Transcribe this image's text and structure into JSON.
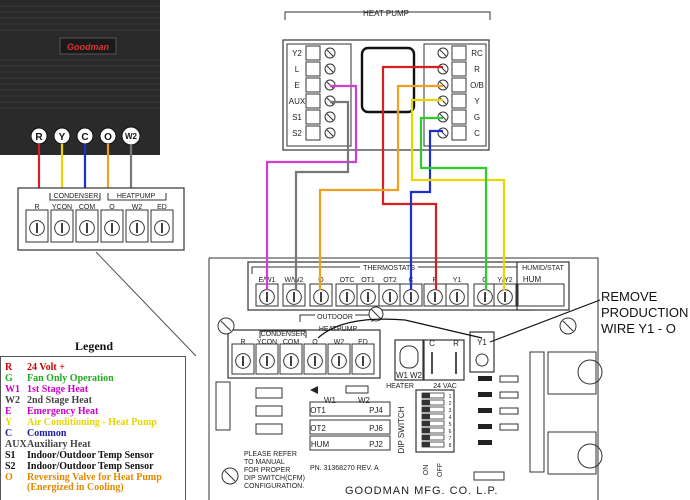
{
  "condenser_unit": {
    "brand": "Goodman",
    "terminals": [
      "R",
      "Y",
      "C",
      "O",
      "W2"
    ]
  },
  "condenser_heatpump_block": {
    "title_left": "CONDENSER",
    "title_right": "HEATPUMP",
    "terminals": [
      "R",
      "YCON",
      "COM",
      "O",
      "W2",
      "ED"
    ]
  },
  "heat_pump": {
    "title": "HEAT PUMP",
    "left_terminals": [
      "Y2",
      "L",
      "E",
      "AUX",
      "S1",
      "S2"
    ],
    "right_terminals": [
      "RC",
      "R",
      "O/B",
      "Y",
      "G",
      "C"
    ]
  },
  "board": {
    "thermostats_label": "THERMOSTATS",
    "humidistat_label": "HUMID/STAT",
    "thermostat_terminals": [
      "E/W1",
      "W/W2",
      "O",
      "OTC",
      "OT1",
      "OT2",
      "C",
      "R",
      "Y1",
      "G",
      "Y/Y2"
    ],
    "hum_terminal": "HUM",
    "outdoor_label": "OUTDOOR",
    "lower_condenser_label": "CONDENSER",
    "lower_heatpump_label": "HEATPUMP",
    "lower_terminals": [
      "R",
      "YCON",
      "COM",
      "O",
      "W2",
      "ED"
    ],
    "y1_label": "Y1",
    "heater_label": "HEATER",
    "heater_terminals": [
      "W1",
      "W2"
    ],
    "vac_label": "24 VAC",
    "vac_terminals": [
      "C",
      "R"
    ],
    "jumper_labels": [
      "W1",
      "W2",
      "OT1",
      "PJ4",
      "OT2",
      "PJ6",
      "HUM",
      "PJ2"
    ],
    "dip_label": "DIP SWITCH",
    "dip_numbers": [
      "1",
      "2",
      "3",
      "4",
      "5",
      "6",
      "7",
      "8"
    ],
    "on_label": "ON",
    "off_label": "OFF",
    "instructions": "PLEASE REFER\nTO MANUAL\nFOR PROPER\nDIP SWITCH(CFM)\nCONFIGURATION.",
    "part_number": "PN. 31368270  REV. A",
    "manufacturer": "GOODMAN MFG. CO. L.P."
  },
  "note": "REMOVE\nPRODUCTION\nWIRE Y1 - O",
  "legend": {
    "title": "Legend",
    "items": [
      {
        "code": "R",
        "desc": "24 Volt +",
        "color": "#cc0000"
      },
      {
        "code": "G",
        "desc": "Fan Only Operation",
        "color": "#22aa22"
      },
      {
        "code": "W1",
        "desc": "1st Stage Heat",
        "color": "#cc00cc"
      },
      {
        "code": "W2",
        "desc": "2nd Stage Heat",
        "color": "#444444"
      },
      {
        "code": "E",
        "desc": "Emergency Heat",
        "color": "#cc00cc"
      },
      {
        "code": "Y",
        "desc": "Air Conditioning - Heat Pump",
        "color": "#e6d600"
      },
      {
        "code": "C",
        "desc": "Common",
        "color": "#1a1aaa"
      },
      {
        "code": "AUX",
        "desc": "Auxiliary Heat",
        "color": "#444444"
      },
      {
        "code": "S1",
        "desc": "Indoor/Outdoor Temp Sensor",
        "color": "#111111"
      },
      {
        "code": "S2",
        "desc": "Indoor/Outdoor Temp Sensor",
        "color": "#111111"
      },
      {
        "code": "O",
        "desc": "Reversing Valve for Heat Pump (Energized in Cooling)",
        "color": "#e08a00"
      }
    ]
  },
  "wire_colors": {
    "red": "#d42020",
    "yellow": "#e8d800",
    "blue": "#1c2fcf",
    "orange": "#f0a020",
    "purple": "#d040d0",
    "green": "#2ecc2e",
    "gray": "#777777"
  }
}
